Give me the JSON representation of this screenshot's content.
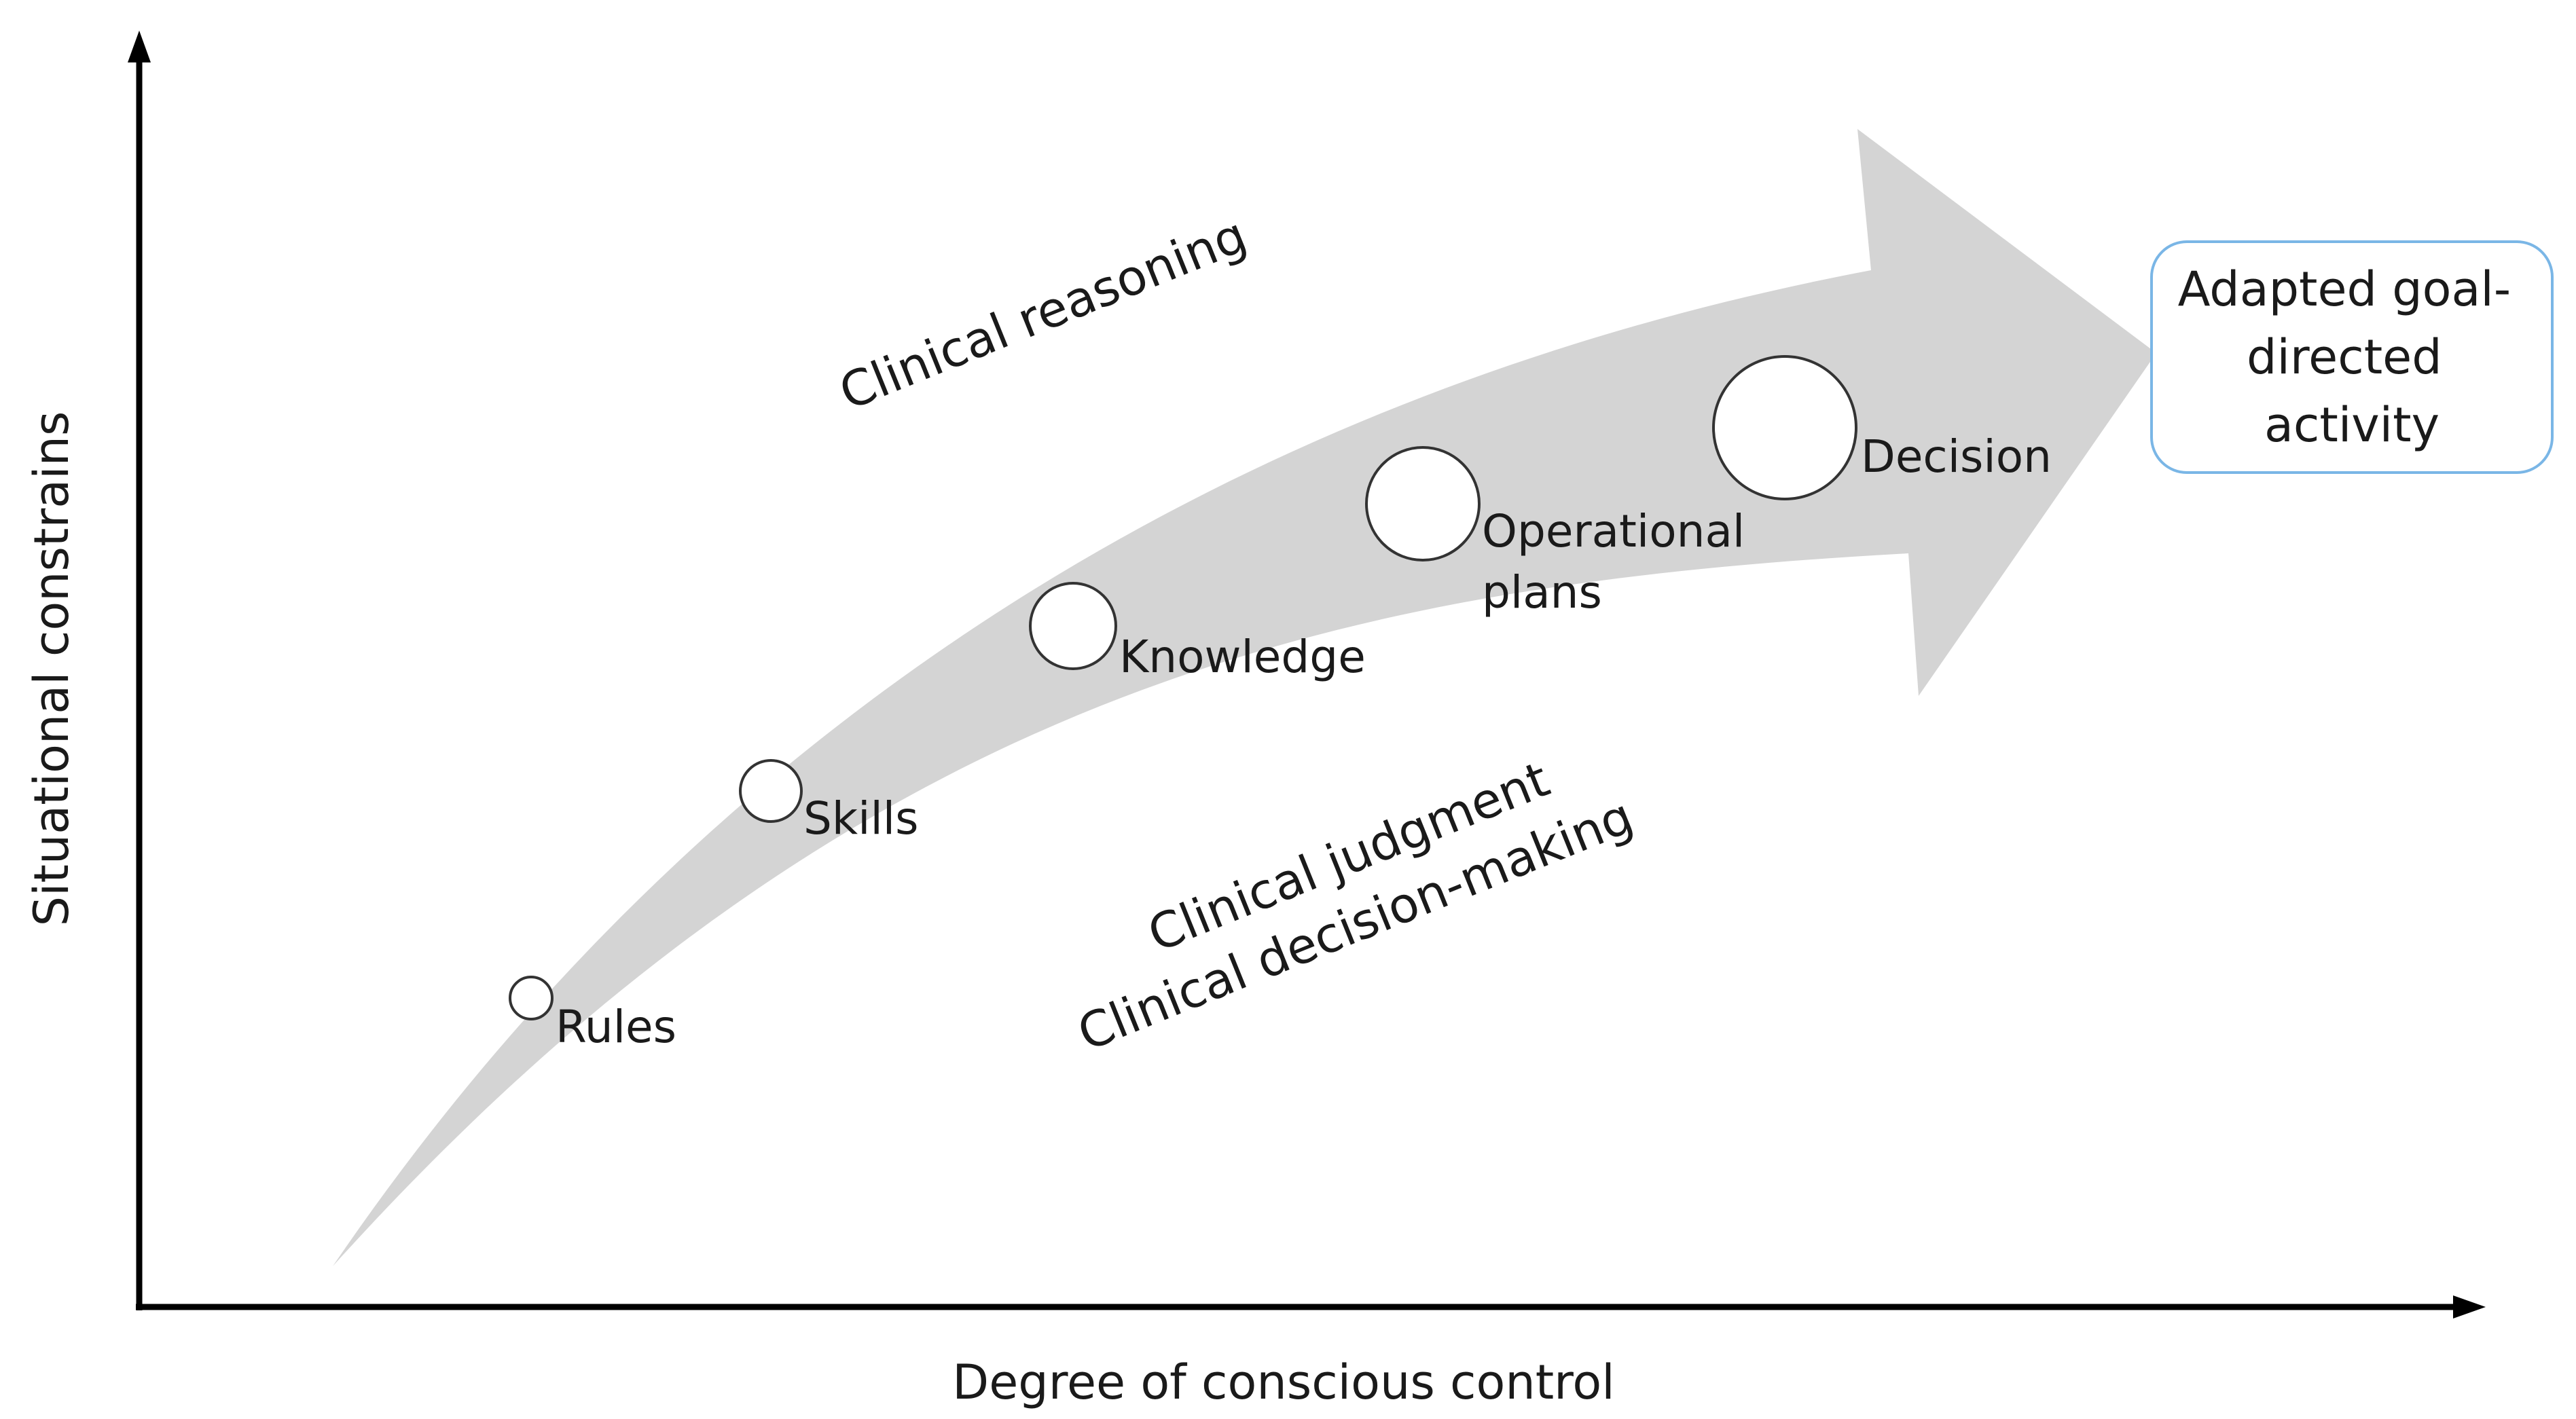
{
  "axes": {
    "x_label": "Degree of conscious control",
    "y_label": "Situational constrains"
  },
  "regions": {
    "above": "Clinical reasoning",
    "below": [
      "Clinical judgment",
      "Clinical decision-making"
    ]
  },
  "nodes": [
    {
      "id": "rules",
      "label": [
        "Rules"
      ],
      "relative_size": 1
    },
    {
      "id": "skills",
      "label": [
        "Skills"
      ],
      "relative_size": 2
    },
    {
      "id": "knowledge",
      "label": [
        "Knowledge"
      ],
      "relative_size": 3
    },
    {
      "id": "operational-plans",
      "label": [
        "Operational",
        "plans"
      ],
      "relative_size": 4
    },
    {
      "id": "decision",
      "label": [
        "Decision"
      ],
      "relative_size": 5
    }
  ],
  "outcome": {
    "lines": [
      "Adapted goal-",
      "directed",
      "activity"
    ]
  },
  "colors": {
    "arrow_fill": "#d4d4d4",
    "axis": "#000000",
    "node_stroke": "#333333",
    "outcome_border": "#7ab6e6",
    "text": "#1a1a1a"
  }
}
